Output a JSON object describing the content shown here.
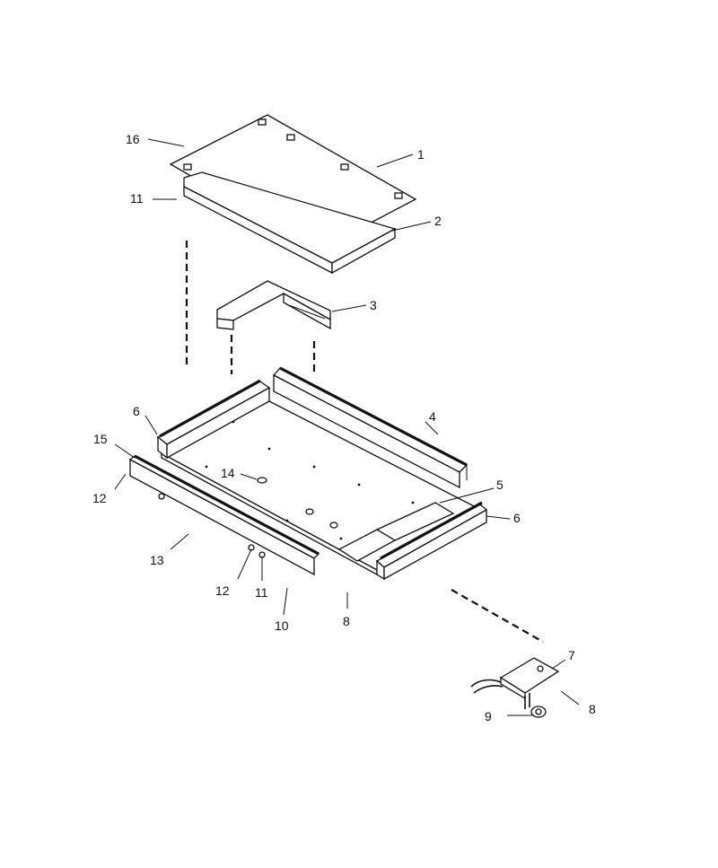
{
  "callouts": {
    "c1": "1",
    "c2": "2",
    "c3": "3",
    "c4": "4",
    "c5": "5",
    "c6a": "6",
    "c6b": "6",
    "c7": "7",
    "c8a": "8",
    "c8b": "8",
    "c9": "9",
    "c10": "10",
    "c11a": "11",
    "c11b": "11",
    "c12a": "12",
    "c12b": "12",
    "c13": "13",
    "c14": "14",
    "c15": "15",
    "c16": "16"
  },
  "colors": {
    "ink": "#111111",
    "paper": "#ffffff"
  }
}
